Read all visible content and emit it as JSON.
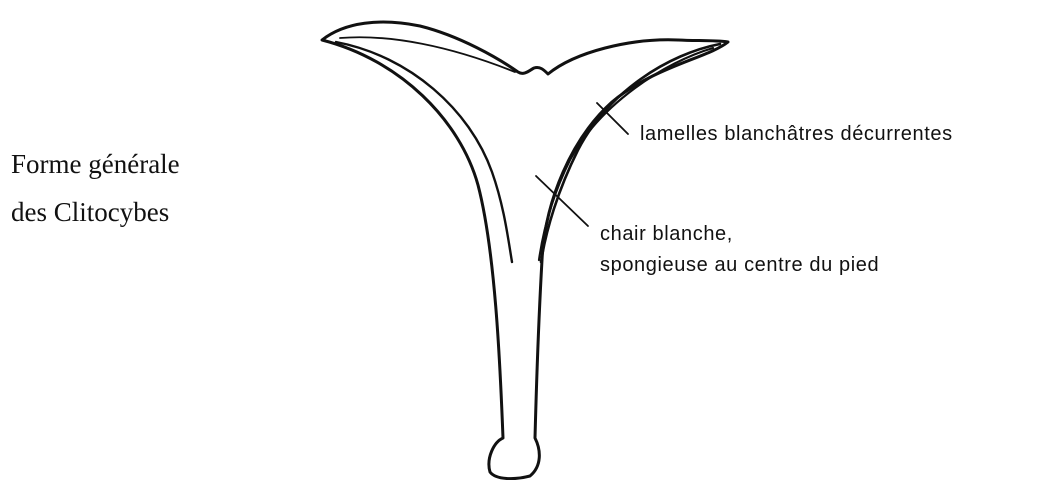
{
  "caption": {
    "line1": "Forme générale",
    "line2": "des Clitocybes"
  },
  "labels": {
    "lamelles": "lamelles blanchâtres décurrentes",
    "chair_line1": "chair blanche,",
    "chair_line2": "spongieuse au centre du pied"
  },
  "colors": {
    "ink": "#111111",
    "background": "#ffffff"
  }
}
